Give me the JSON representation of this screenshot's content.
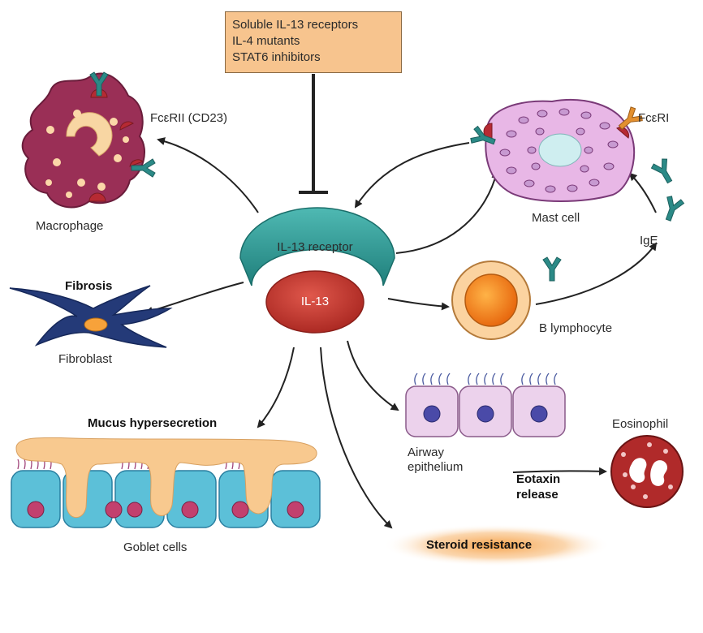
{
  "inhibitors": [
    "Soluble IL-13 receptors",
    "IL-4 mutants",
    "STAT6 inhibitors"
  ],
  "center": {
    "receptor": "IL-13 receptor",
    "ligand": "IL-13"
  },
  "macrophage": {
    "label": "Macrophage",
    "receptor": "FcεRII (CD23)"
  },
  "mast_cell": {
    "label": "Mast cell",
    "receptor": "FcεRI"
  },
  "ige": "IgE",
  "b_cell": "B lymphocyte",
  "fibrosis": {
    "heading": "Fibrosis",
    "label": "Fibroblast"
  },
  "mucus": {
    "heading": "Mucus hypersecretion",
    "label": "Goblet cells"
  },
  "airway": {
    "line1": "Airway",
    "line2": "epithelium"
  },
  "eotaxin": {
    "line1": "Eotaxin",
    "line2": "release"
  },
  "eosinophil": "Eosinophil",
  "steroid": "Steroid resistance",
  "colors": {
    "receptor_teal": "#2f9e9a",
    "il13_red": "#c8392f",
    "inhibitor_box": "#f7c48e",
    "macrophage": "#9a2f56",
    "mast_cell": "#e8b7e6",
    "b_cell": "#f08a1e",
    "antibody": "#2b8a87",
    "goblet": "#5cc0d8",
    "mucus": "#f8c98f",
    "eosinophil": "#b02a2a"
  }
}
